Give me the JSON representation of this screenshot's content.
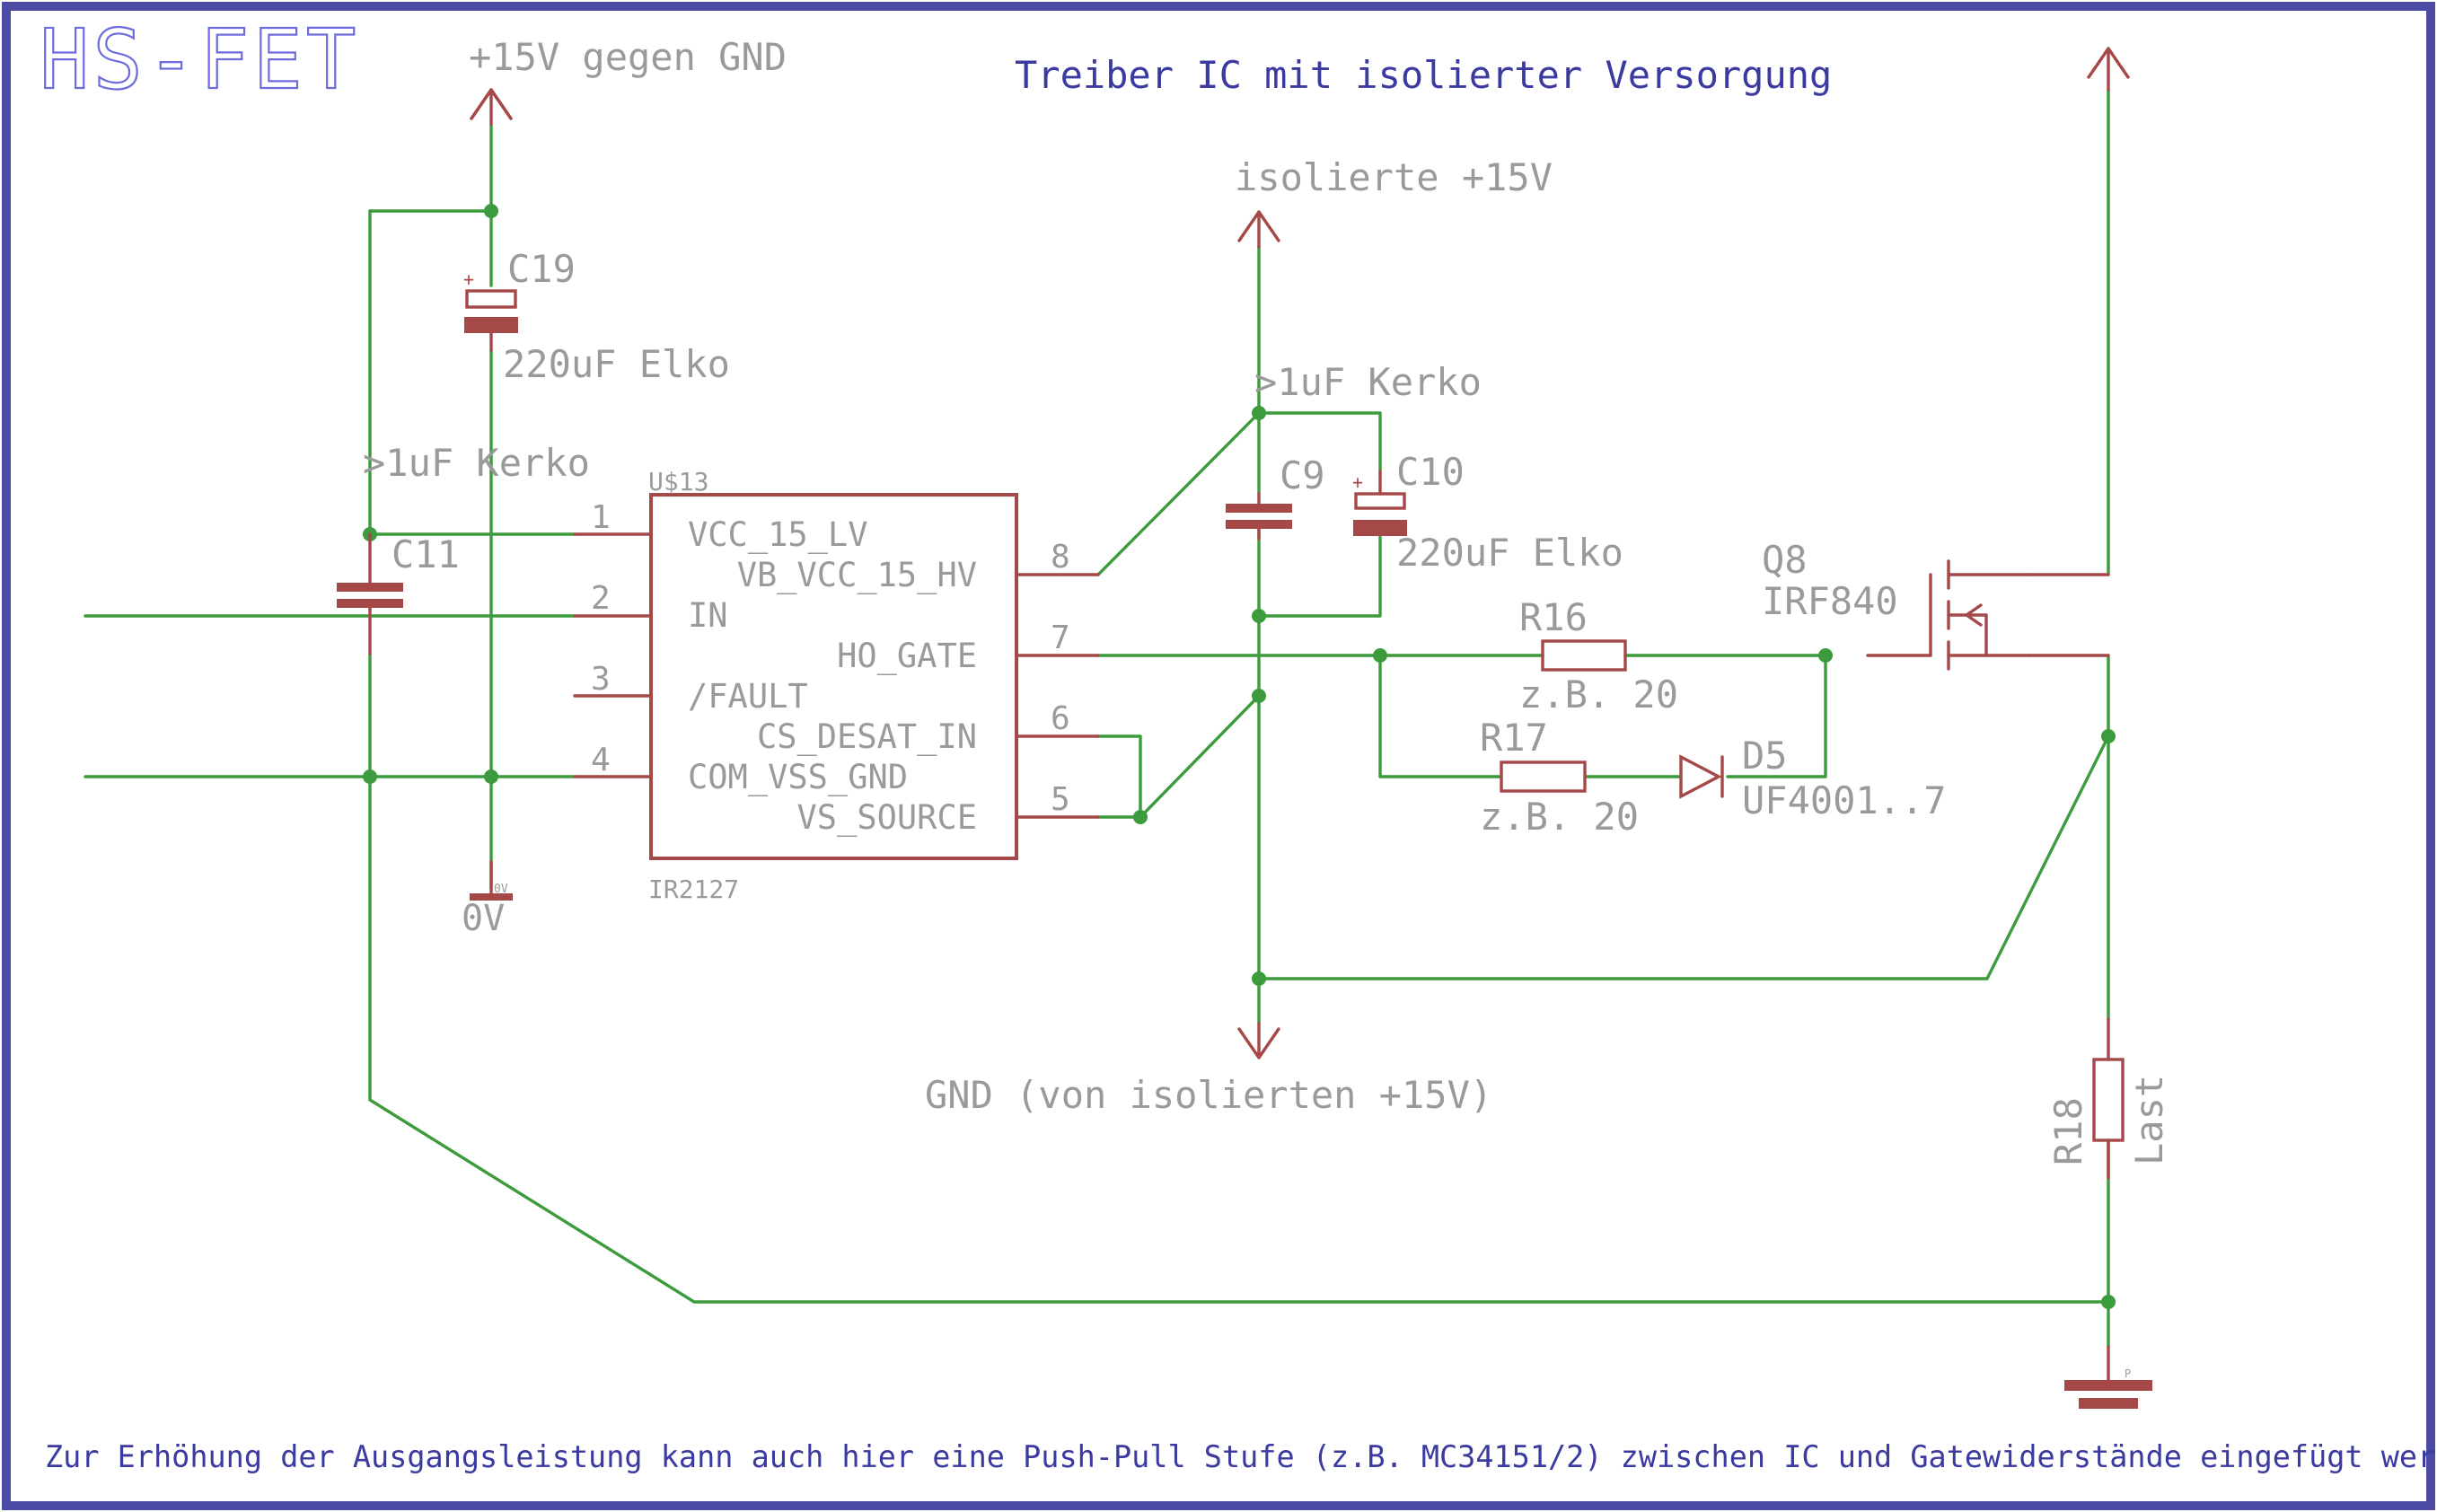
{
  "title": "HS-FET",
  "header": "Treiber IC mit isolierter Versorgung",
  "footer": "Zur Erhöhung der Ausgangsleistung kann auch hier eine Push-Pull Stufe (z.B. MC34151/2) zwischen IC und Gatewiderstände eingefügt werden",
  "supplies": {
    "main_plus": "+15V gegen GND",
    "iso_plus": "isolierte +15V",
    "iso_gnd": "GND (von isolierten +15V)",
    "zero_v": "0V",
    "zero_v_small": "0V",
    "gnd_small": "P"
  },
  "parts": {
    "c19_name": "C19",
    "c19_value": "220uF Elko",
    "c11_name": "C11",
    "c11_note": ">1uF Kerko",
    "c9_name": "C9",
    "c10_name": "C10",
    "c10_value": "220uF Elko",
    "c9_note": ">1uF Kerko",
    "r16_name": "R16",
    "r16_value": "z.B. 20",
    "r17_name": "R17",
    "r17_value": "z.B. 20",
    "d5_name": "D5",
    "d5_value": "UF4001..7",
    "q8_name": "Q8",
    "q8_value": "IRF840",
    "r18_name": "R18",
    "r18_value": "Last",
    "plus": "+"
  },
  "ic": {
    "ref": "U$13",
    "type": "IR2127",
    "pins_left": [
      {
        "num": "1",
        "name": "VCC_15_LV"
      },
      {
        "num": "2",
        "name": "IN"
      },
      {
        "num": "3",
        "name": "/FAULT"
      },
      {
        "num": "4",
        "name": "COM_VSS_GND"
      }
    ],
    "pins_right": [
      {
        "num": "8",
        "name": "VB_VCC_15_HV"
      },
      {
        "num": "7",
        "name": "HO_GATE"
      },
      {
        "num": "6",
        "name": "CS_DESAT_IN"
      },
      {
        "num": "5",
        "name": "VS_SOURCE"
      }
    ]
  },
  "colors": {
    "frame": "#4b4ba6",
    "wire": "#3c9b3c",
    "component": "#a54848",
    "label": "#9a9a9a",
    "note": "#3a3aa0",
    "title": "#6c6cdd"
  }
}
